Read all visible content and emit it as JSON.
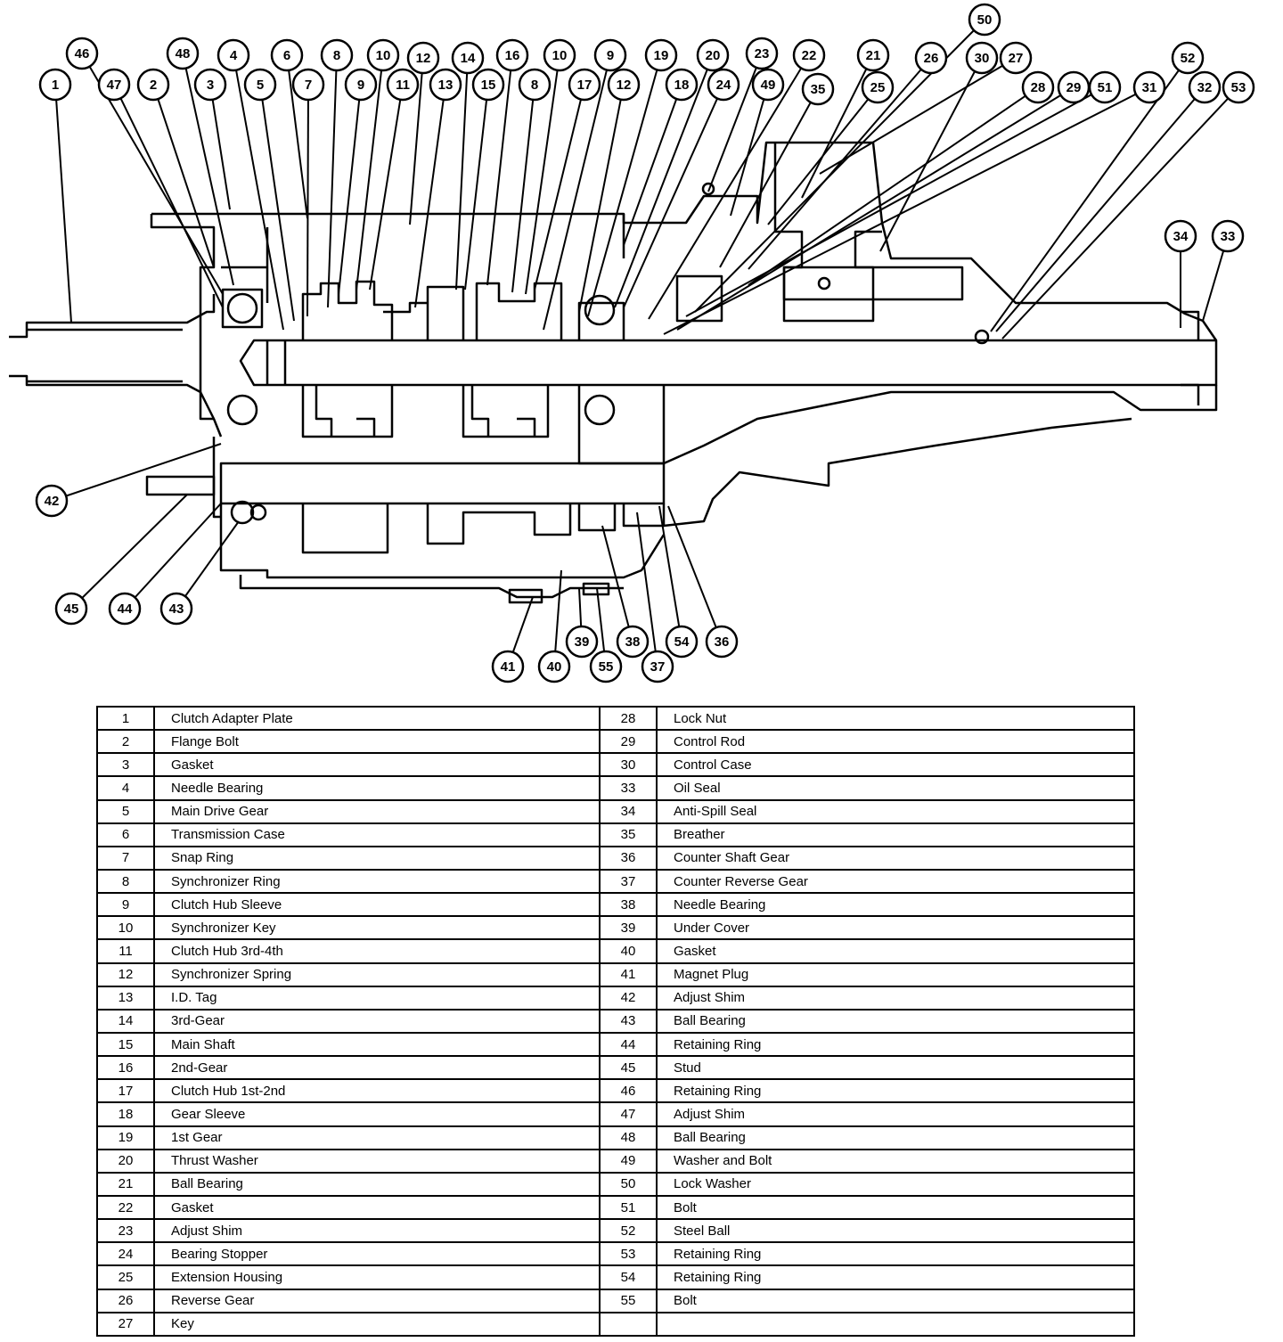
{
  "callouts": [
    "1",
    "46",
    "47",
    "2",
    "48",
    "3",
    "4",
    "5",
    "6",
    "7",
    "8",
    "9",
    "10",
    "11",
    "12",
    "13",
    "14",
    "15",
    "16",
    "8",
    "10",
    "17",
    "9",
    "12",
    "19",
    "18",
    "20",
    "24",
    "23",
    "49",
    "22",
    "35",
    "21",
    "25",
    "26",
    "50",
    "30",
    "27",
    "28",
    "29",
    "51",
    "31",
    "52",
    "32",
    "53",
    "34",
    "33",
    "42",
    "45",
    "44",
    "43",
    "41",
    "40",
    "39",
    "55",
    "38",
    "37",
    "54",
    "36"
  ],
  "parts": [
    {
      "no": "1",
      "name": "Clutch Adapter Plate"
    },
    {
      "no": "2",
      "name": "Flange Bolt"
    },
    {
      "no": "3",
      "name": "Gasket"
    },
    {
      "no": "4",
      "name": "Needle Bearing"
    },
    {
      "no": "5",
      "name": "Main Drive Gear"
    },
    {
      "no": "6",
      "name": "Transmission Case"
    },
    {
      "no": "7",
      "name": "Snap Ring"
    },
    {
      "no": "8",
      "name": "Synchronizer Ring"
    },
    {
      "no": "9",
      "name": "Clutch Hub Sleeve"
    },
    {
      "no": "10",
      "name": "Synchronizer Key"
    },
    {
      "no": "11",
      "name": "Clutch Hub 3rd-4th"
    },
    {
      "no": "12",
      "name": "Synchronizer Spring"
    },
    {
      "no": "13",
      "name": "I.D. Tag"
    },
    {
      "no": "14",
      "name": "3rd-Gear"
    },
    {
      "no": "15",
      "name": "Main Shaft"
    },
    {
      "no": "16",
      "name": "2nd-Gear"
    },
    {
      "no": "17",
      "name": "Clutch Hub 1st-2nd"
    },
    {
      "no": "18",
      "name": "Gear Sleeve"
    },
    {
      "no": "19",
      "name": "1st Gear"
    },
    {
      "no": "20",
      "name": "Thrust Washer"
    },
    {
      "no": "21",
      "name": "Ball Bearing"
    },
    {
      "no": "22",
      "name": "Gasket"
    },
    {
      "no": "23",
      "name": "Adjust Shim"
    },
    {
      "no": "24",
      "name": "Bearing Stopper"
    },
    {
      "no": "25",
      "name": "Extension Housing"
    },
    {
      "no": "26",
      "name": "Reverse Gear"
    },
    {
      "no": "27",
      "name": "Key"
    },
    {
      "no": "28",
      "name": "Lock Nut"
    },
    {
      "no": "29",
      "name": "Control Rod"
    },
    {
      "no": "30",
      "name": "Control Case"
    },
    {
      "no": "33",
      "name": "Oil Seal"
    },
    {
      "no": "34",
      "name": "Anti-Spill Seal"
    },
    {
      "no": "35",
      "name": "Breather"
    },
    {
      "no": "36",
      "name": "Counter Shaft Gear"
    },
    {
      "no": "37",
      "name": "Counter Reverse Gear"
    },
    {
      "no": "38",
      "name": "Needle Bearing"
    },
    {
      "no": "39",
      "name": "Under Cover"
    },
    {
      "no": "40",
      "name": "Gasket"
    },
    {
      "no": "41",
      "name": "Magnet Plug"
    },
    {
      "no": "42",
      "name": "Adjust Shim"
    },
    {
      "no": "43",
      "name": "Ball Bearing"
    },
    {
      "no": "44",
      "name": "Retaining Ring"
    },
    {
      "no": "45",
      "name": "Stud"
    },
    {
      "no": "46",
      "name": "Retaining Ring"
    },
    {
      "no": "47",
      "name": "Adjust Shim"
    },
    {
      "no": "48",
      "name": "Ball Bearing"
    },
    {
      "no": "49",
      "name": "Washer and Bolt"
    },
    {
      "no": "50",
      "name": "Lock Washer"
    },
    {
      "no": "51",
      "name": "Bolt"
    },
    {
      "no": "52",
      "name": "Steel Ball"
    },
    {
      "no": "53",
      "name": "Retaining Ring"
    },
    {
      "no": "54",
      "name": "Retaining Ring"
    },
    {
      "no": "55",
      "name": "Bolt"
    }
  ]
}
